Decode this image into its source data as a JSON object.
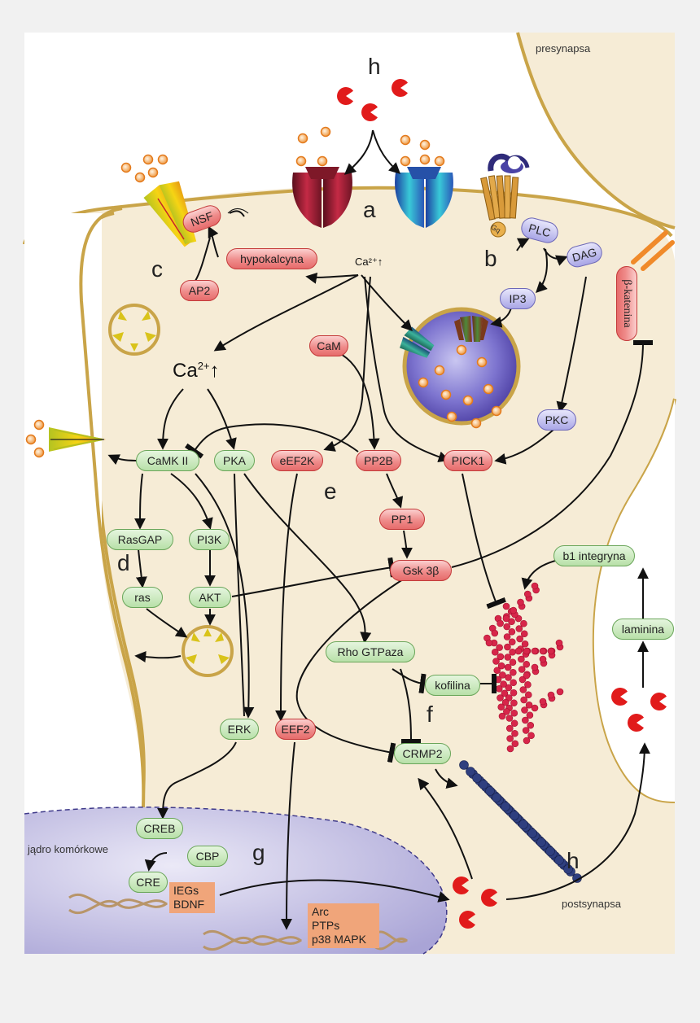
{
  "regions": {
    "presynapse": "presynapsa",
    "postsynapse": "postsynapsa",
    "nucleus": "jądro komórkowe"
  },
  "letters": {
    "a": "a",
    "b": "b",
    "c": "c",
    "d": "d",
    "e": "e",
    "f": "f",
    "g": "g",
    "h_top": "h",
    "h_bottom": "h"
  },
  "calcium": {
    "small": "Ca²⁺↑",
    "large": "Ca",
    "large_sup": "2+",
    "large_arrow": "↑"
  },
  "nodes": {
    "nsf": "NSF",
    "hypokalcyna": "hypokalcyna",
    "ap2": "AP2",
    "cam": "CaM",
    "plc": "PLC",
    "dag": "DAG",
    "ip3": "IP3",
    "gq": "Gq",
    "pkc": "PKC",
    "beta_katenina": "β-katenina",
    "camk2": "CaMK II",
    "pka": "PKA",
    "eef2k": "eEF2K",
    "pp2b": "PP2B",
    "pick1": "PICK1",
    "pp1": "PP1",
    "gsk3b": "Gsk 3β",
    "rasgap": "RasGAP",
    "pi3k": "PI3K",
    "ras": "ras",
    "akt": "AKT",
    "b1_integryna": "b1 integryna",
    "laminina": "laminina",
    "rho_gtpaza": "Rho GTPaza",
    "kofilina": "kofilina",
    "crmp2": "CRMP2",
    "erk": "ERK",
    "eef2": "EEF2",
    "creb": "CREB",
    "cbp": "CBP",
    "cre": "CRE"
  },
  "gene_boxes": {
    "ieg": [
      "IEGs",
      "BDNF"
    ],
    "local": [
      "Arc",
      "PTPs",
      "p38 MAPK"
    ]
  },
  "colors": {
    "background": "#f1f1f1",
    "cell_fill": "#f6ecd6",
    "membrane": "#c9a448",
    "nucleus": "#b7b3dc",
    "red_node": "#ef8c8b",
    "green_node": "#b8e0a8",
    "violet_node": "#a9a6e6",
    "ligand": "#e11b1b",
    "ion": "#f2a254",
    "actin": "#d7264a",
    "microtubule": "#2f3f7f",
    "gene_box": "#f0a57a"
  }
}
